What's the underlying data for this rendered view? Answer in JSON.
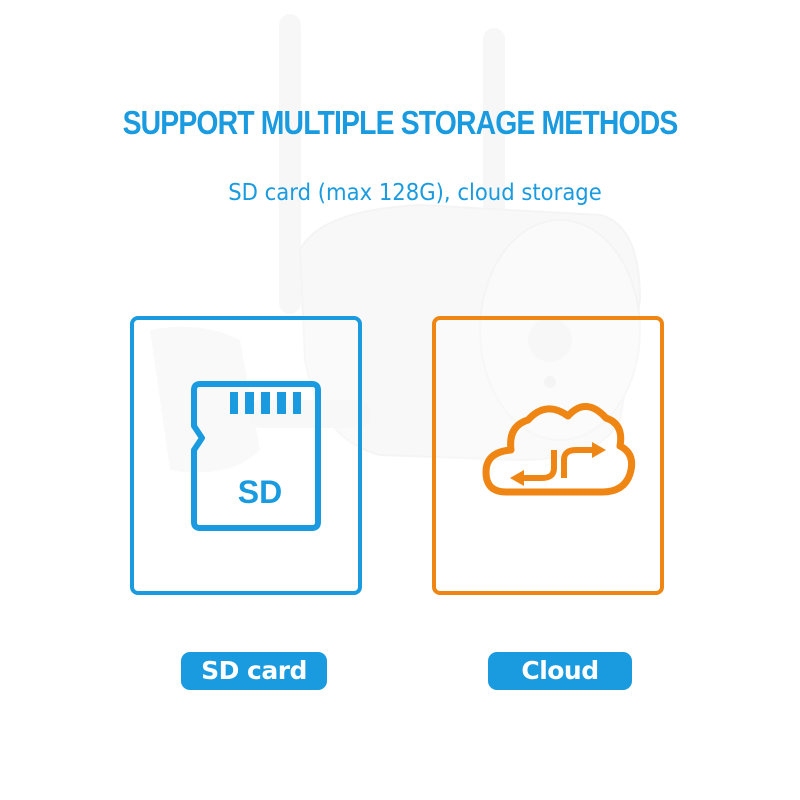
{
  "header": {
    "title": "SUPPORT MULTIPLE STORAGE METHODS",
    "subtitle": "SD card (max 128G), cloud storage"
  },
  "options": [
    {
      "label": "SD card",
      "icon": "sd-card-icon",
      "icon_text": "SD",
      "border_color": "#1a9be0"
    },
    {
      "label": "Cloud",
      "icon": "cloud-sync-icon",
      "border_color": "#ef8512"
    }
  ],
  "colors": {
    "accent_blue": "#1a9be0",
    "accent_orange": "#ef8512"
  }
}
